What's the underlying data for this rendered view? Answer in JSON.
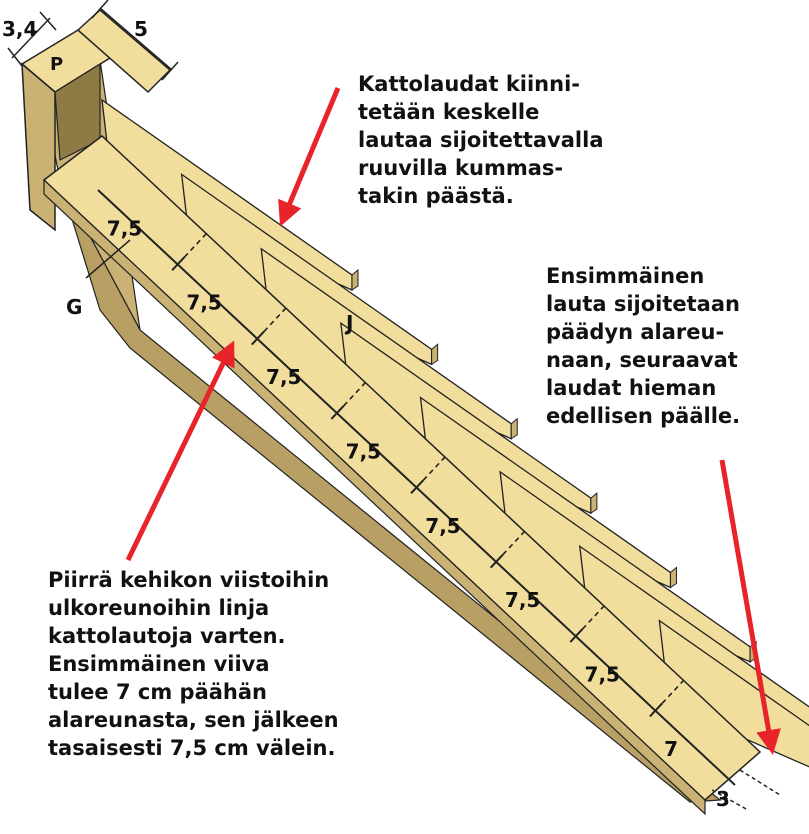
{
  "labels": {
    "top_left_dim": "3,4",
    "top_dim": "5",
    "post": "P",
    "g": "G",
    "j": "J",
    "bottom_dim": "3"
  },
  "spacing_labels": [
    "7,5",
    "7,5",
    "7,5",
    "7,5",
    "7,5",
    "7,5",
    "7,5",
    "7"
  ],
  "notes": {
    "top": [
      "Kattolaudat kiinni-",
      "tetään keskelle",
      "lautaa sijoitettavalla",
      "ruuvilla kummas-",
      "takin päästä."
    ],
    "right": [
      "Ensimmäinen",
      "lauta sijoitetaan",
      "päädyn alareu-",
      "naan, seuraavat",
      "laudat hieman",
      "edellisen päälle."
    ],
    "left": [
      "Piirrä kehikon viistoihin",
      "ulkoreunoihin linja",
      "kattolautoja varten.",
      "Ensimmäinen viiva",
      "tulee 7 cm päähän",
      "alareunasta, sen jälkeen",
      "tasaisesti 7,5 cm välein."
    ]
  },
  "colors": {
    "wood": "#f1dd9c",
    "wood_side": "#c9b274",
    "wood_dark": "#a89358",
    "outline": "#222222",
    "arrow": "#e8232a"
  }
}
